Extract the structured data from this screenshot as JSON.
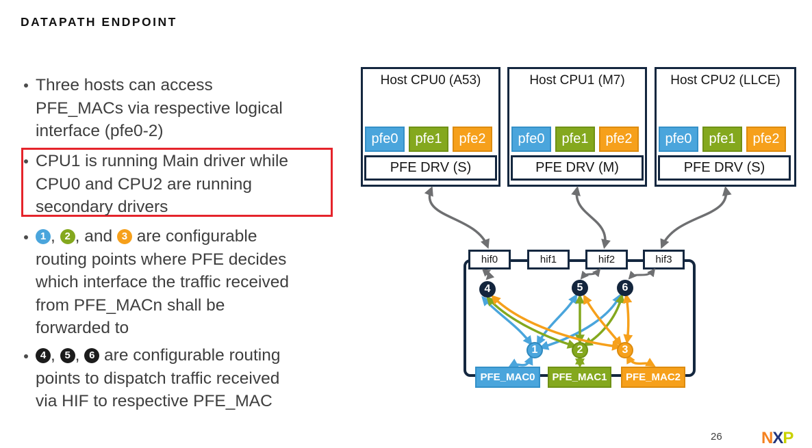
{
  "slide": {
    "title": "DATAPATH ENDPOINT",
    "page_number": "26",
    "logo": {
      "n": "N",
      "x": "X",
      "p": "P"
    }
  },
  "bullets": {
    "b1_lines": [
      "Three hosts can access",
      "PFE_MACs via respective logical",
      "interface (pfe0-2)"
    ],
    "b2_lines": [
      "CPU1 is running Main driver while",
      "CPU0 and CPU2 are running",
      "secondary drivers"
    ],
    "b3": {
      "badge1": "1",
      "sep1": ", ",
      "badge2": "2",
      "sep2": ", and ",
      "badge3": "3",
      "line1_rest": " are configurable",
      "lines_rest": [
        "routing points where PFE decides",
        "which interface the traffic received",
        "from PFE_MACn shall be",
        "forwarded to"
      ]
    },
    "b4": {
      "badge1": "4",
      "sep1": ", ",
      "badge2": "5",
      "sep2": ", ",
      "badge3": "6",
      "line1_rest": " are configurable routing",
      "lines_rest": [
        "points to dispatch traffic received",
        "via HIF to respective PFE_MAC"
      ]
    }
  },
  "diagram": {
    "hosts": [
      {
        "title": "Host CPU0 (A53)",
        "pfes": [
          "pfe0",
          "pfe1",
          "pfe2"
        ],
        "drv": "PFE DRV (S)"
      },
      {
        "title": "Host CPU1 (M7)",
        "pfes": [
          "pfe0",
          "pfe1",
          "pfe2"
        ],
        "drv": "PFE DRV (M)"
      },
      {
        "title": "Host CPU2 (LLCE)",
        "pfes": [
          "pfe0",
          "pfe1",
          "pfe2"
        ],
        "drv": "PFE DRV (S)"
      }
    ],
    "hifs": [
      "hif0",
      "hif1",
      "hif2",
      "hif3"
    ],
    "routing_points_top": [
      "4",
      "5",
      "6"
    ],
    "routing_points_bottom": [
      "1",
      "2",
      "3"
    ],
    "macs": [
      "PFE_MAC0",
      "PFE_MAC1",
      "PFE_MAC2"
    ]
  },
  "colors": {
    "accent_blue": "#4AA5DC",
    "accent_green": "#84A81E",
    "accent_orange": "#F6A01B",
    "navy": "#14273F",
    "gray_arrow": "#6E6F71",
    "red_highlight": "#E5242B",
    "text": "#3E3E3E"
  }
}
